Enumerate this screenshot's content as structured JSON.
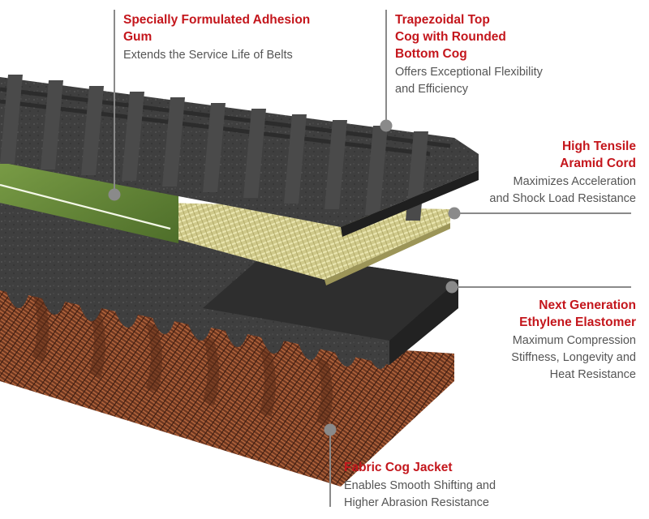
{
  "callouts": {
    "adhesion": {
      "title": "Specially Formulated Adhesion\nGum",
      "desc": "Extends the Service Life of Belts"
    },
    "cog": {
      "title": "Trapezoidal Top\nCog with Rounded\nBottom Cog",
      "desc": "Offers Exceptional Flexibility\nand Efficiency"
    },
    "aramid": {
      "title": "High Tensile\nAramid Cord",
      "desc": "Maximizes Acceleration\nand Shock Load Resistance"
    },
    "elastomer": {
      "title": "Next Generation\nEthylene Elastomer",
      "desc": "Maximum Compression\nStiffness, Longevity and\nHeat Resistance"
    },
    "jacket": {
      "title": "Fabric Cog Jacket",
      "desc": "Enables Smooth Shifting and\nHigher Abrasion Resistance"
    }
  },
  "colors": {
    "title_red": "#c4161c",
    "desc_gray": "#555555",
    "leader_gray": "#8a8a8a",
    "rubber_dark": "#3a3a3a",
    "cord_yellow": "#d8d48a",
    "adhesion_green": "#6f8f3a",
    "fabric_copper": "#8a4a2a"
  }
}
